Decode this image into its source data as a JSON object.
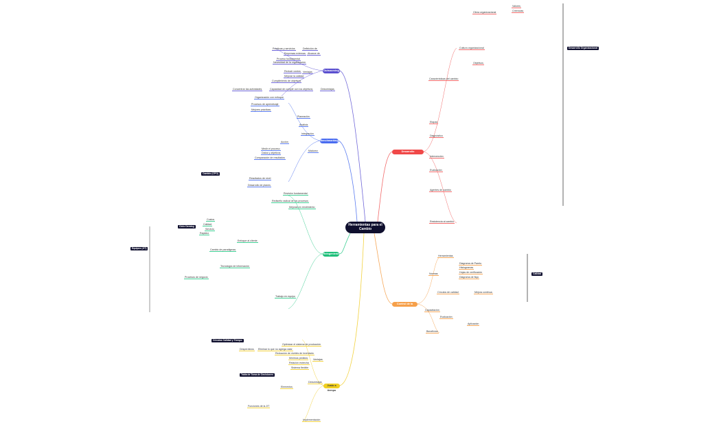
{
  "title": "Herramientas para el Cambio",
  "colors": {
    "outsourcing": "#5a4fcf",
    "benchmarking": "#4a6cf0",
    "reingenieria": "#1fbf7a",
    "justo_a_tiempo": "#f0cf20",
    "desarrollo": "#f04848",
    "calidad": "#f6a04a",
    "center": "#0f0f2e"
  },
  "branches": {
    "outsourcing": {
      "label": "Outsourcing",
      "items": [
        "Definición de",
        "Prácticas y servicios",
        "Alcance de",
        "Empresas externas",
        "Proceso fundamental",
        "Necesidad de la organización",
        "Reducir costos",
        "Mejorar la calidad",
        "Cumplimiento de objetivos",
        "Ventajas",
        "Concentrar las actividades",
        "Capacidad de cumplir con los objetivos",
        "Desventajas"
      ]
    },
    "benchmarking": {
      "label": "Benchmarking",
      "items": [
        "Organización con enfoque",
        "Procesos de aprendizaje",
        "Mejores prácticas",
        "Planeación",
        "Análisis",
        "Integración",
        "Acción",
        "Madurez",
        "Medir el proceso",
        "Datos y objetivos",
        "Comparación de resultados",
        "Resultados de nivel",
        "Desarrollo de planes"
      ]
    },
    "reingenieria": {
      "label": "Reingeniería",
      "items": [
        "Revisión fundamental",
        "Rediseño radical de los procesos",
        "Mejoras en rendimiento",
        "Costos",
        "Calidad",
        "Servicio",
        "Rapidez",
        "Enfoque al cliente",
        "Cambio de paradigmas",
        "Tecnología de información",
        "Procesos de negocio",
        "Trabajo en equipo"
      ]
    },
    "justo_a_tiempo": {
      "label": "Justo a tiempo",
      "items": [
        "Optimizar el sistema de producción",
        "Eliminar lo que no agrega valor",
        "Desperdicios",
        "Reducción de niveles de inventario",
        "Mínimos pedidos",
        "Relación estrecha",
        "Sistema flexible",
        "Ventajas",
        "Desventajas",
        "Elementos",
        "Funciones de la JIT",
        "Implementación"
      ]
    },
    "desarrollo": {
      "label": "Desarrollo Organizacional",
      "items": [
        "Características del cambio",
        "Cultura organizacional",
        "Clima organizacional",
        "Valores",
        "Creencias",
        "Objetivos",
        "Etapas",
        "Diagnóstico",
        "Intervención",
        "Evaluación",
        "Agentes de cambio",
        "Resistencia al cambio"
      ]
    },
    "calidad": {
      "label": "Control de la Calidad",
      "items": [
        "Normas",
        "Herramientas",
        "Diagrama de Pareto",
        "Histogramas",
        "Hojas de verificación",
        "Diagrama de flujo",
        "Círculos de calidad",
        "Mejora continua",
        "Capacitación",
        "Evaluación",
        "Aplicación",
        "Beneficios"
      ]
    }
  },
  "tags": [
    "Desarrollo Organizacional",
    "Calidad",
    "Cambio (CPO)",
    "Ciclo Deming",
    "Equipos (JIT)",
    "Círculos Calidad y Tiempo",
    "Tabla de Toma de Decisiones"
  ]
}
